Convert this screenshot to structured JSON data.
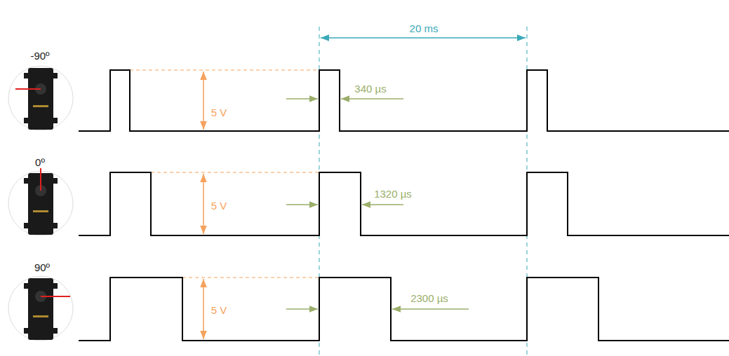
{
  "diagram": {
    "labels": [
      "-90º",
      "0º",
      "90º",
      "20 ms",
      "5 V",
      "5 V",
      "5 V",
      "340 µs",
      "1320 µs",
      "2300 µs"
    ]
  }
}
